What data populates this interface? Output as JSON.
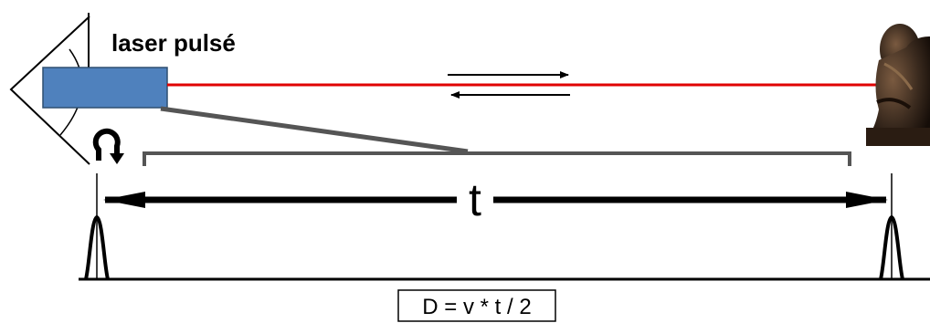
{
  "labels": {
    "laser": "laser pulsé",
    "time": "t",
    "formula": "D = v * t / 2"
  },
  "colors": {
    "beam": "#e00000",
    "laser_body": "#4f81bd",
    "laser_border": "#2f4f70",
    "bracket": "#555555",
    "arrow": "#000000",
    "statue": "#3a2a1e"
  },
  "icons": {
    "rotation": "clockwise-rotation-arrow-icon",
    "target": "thinker-statue-icon"
  }
}
